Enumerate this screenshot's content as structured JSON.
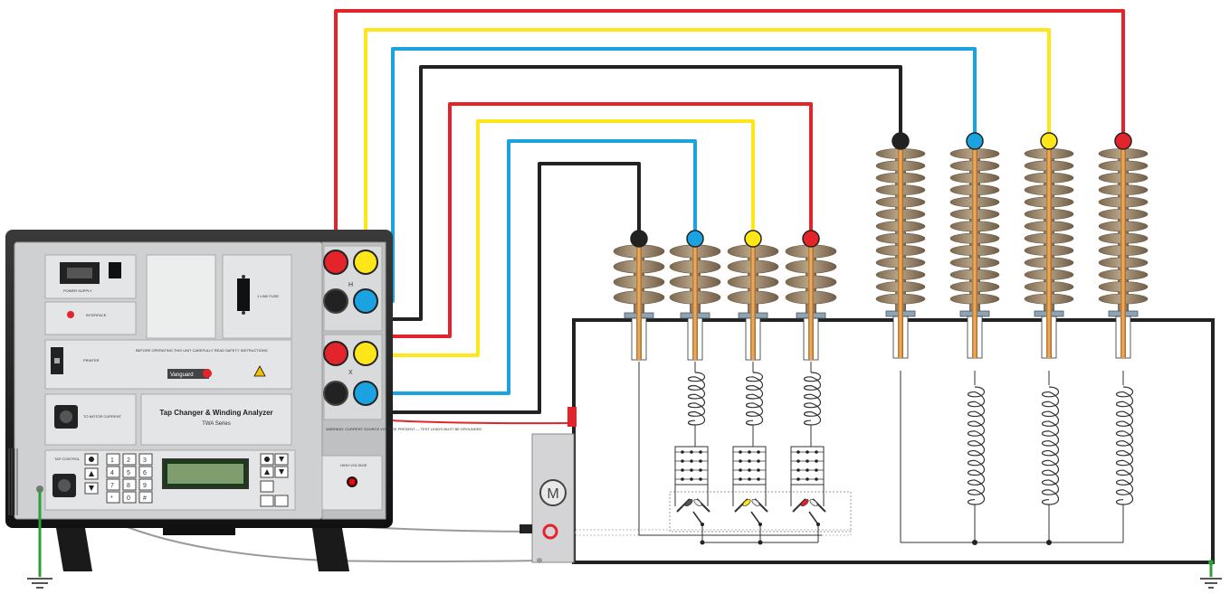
{
  "instrument": {
    "product_title_line1": "Tap Changer & Winding Analyzer",
    "product_title_line2": "TWA Series",
    "brand_logo": "Vanguard",
    "label_power_supply": "POWER SUPPLY",
    "label_fuse": "1 LINE FUSE",
    "label_sense": "INTERFACE",
    "label_printer": "PRINTER",
    "label_motor_current": "TO MOTOR CURRENT",
    "label_tap_control": "TAP CONTROL",
    "label_warning": "BEFORE OPERATING THIS UNIT CAREFULLY READ SAFETY INSTRUCTIONS",
    "label_hazard_note": "WARNING: CURRENT SOURCE VOLTAGE PRESENT — TEST LEADS MUST BE GROUNDED",
    "label_e_stop": "HIGH VOLTAGE",
    "terminal_h": "H",
    "terminal_x": "X",
    "keypad": [
      "1",
      "2",
      "3",
      "4",
      "5",
      "6",
      "7",
      "8",
      "9",
      "*",
      "0",
      "#"
    ]
  },
  "diagram": {
    "hv_bushings": [
      "black",
      "blue",
      "yellow",
      "red"
    ],
    "lv_bushings": [
      "black",
      "blue",
      "yellow",
      "red"
    ],
    "motor_label": "M",
    "colors": {
      "red": "#e3242b",
      "yellow": "#ffe619",
      "blue": "#1aa3e0",
      "black": "#222222",
      "ground": "#2e9d3a",
      "porcelain": "#9d8a6e",
      "tank": "#222222"
    }
  }
}
